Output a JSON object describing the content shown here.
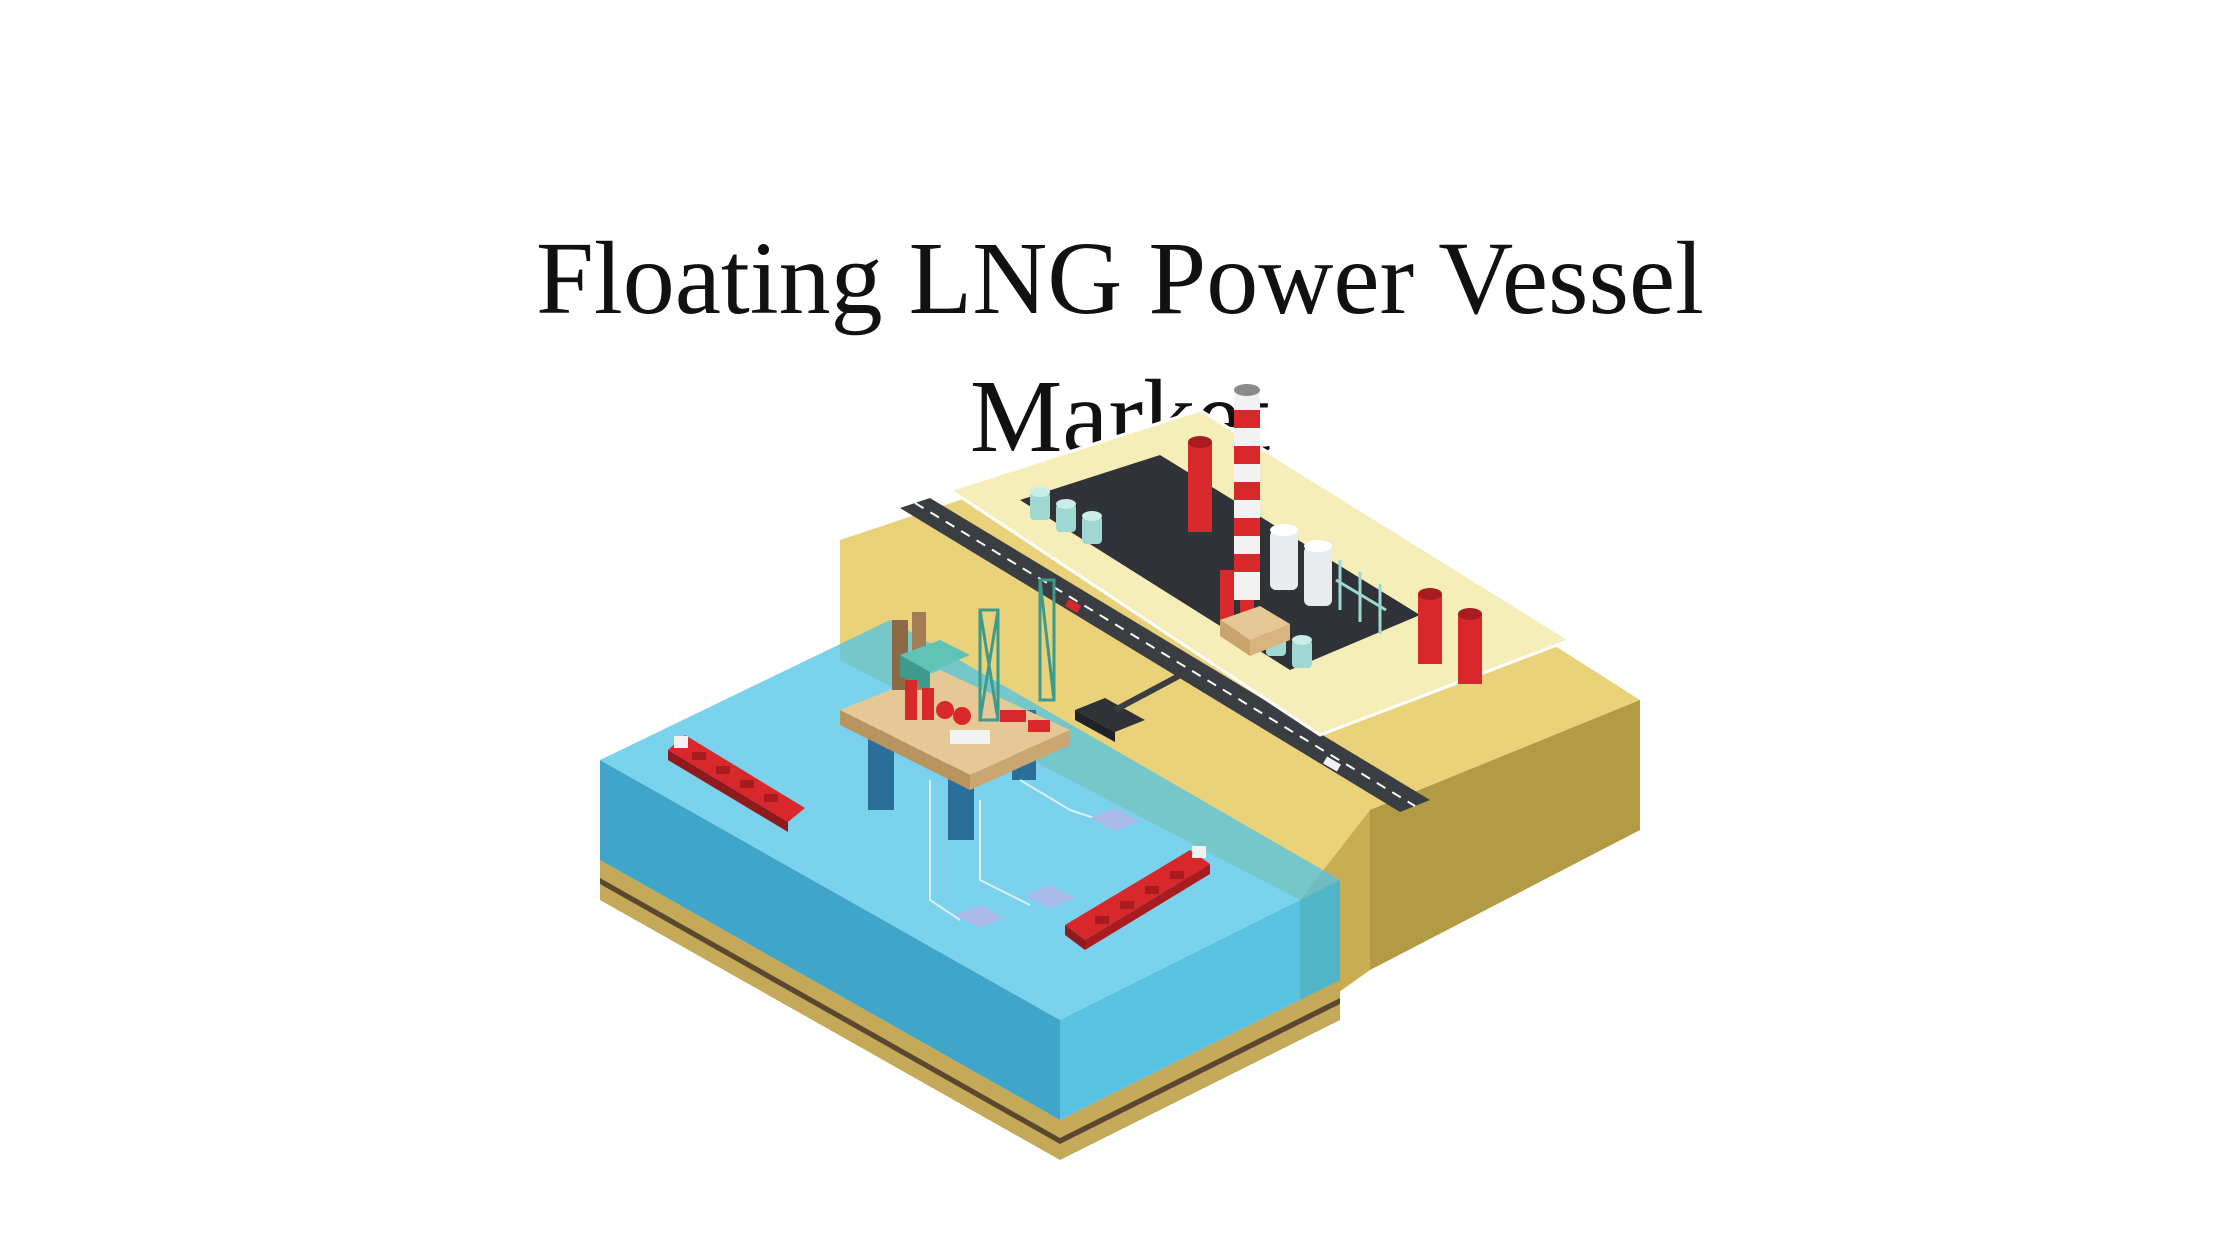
{
  "slide": {
    "title_line_1": "Floating LNG Power Vessel",
    "title_line_2": "Market"
  },
  "illustration": {
    "subject": "isometric offshore platform, LNG carriers and coastal power plant",
    "colors": {
      "water": "#3bb7dc",
      "water_dark": "#2a9cc4",
      "sand": "#e9d27a",
      "sand_side": "#b9a04a",
      "earth_dark": "#5b4630",
      "plant_pad": "#f6eeb8",
      "plant_base": "#2f3338",
      "road": "#3a3d42",
      "accent_red": "#d8282c",
      "tank_teal": "#9fd8d3",
      "stack_white": "#f2f2f2"
    }
  }
}
